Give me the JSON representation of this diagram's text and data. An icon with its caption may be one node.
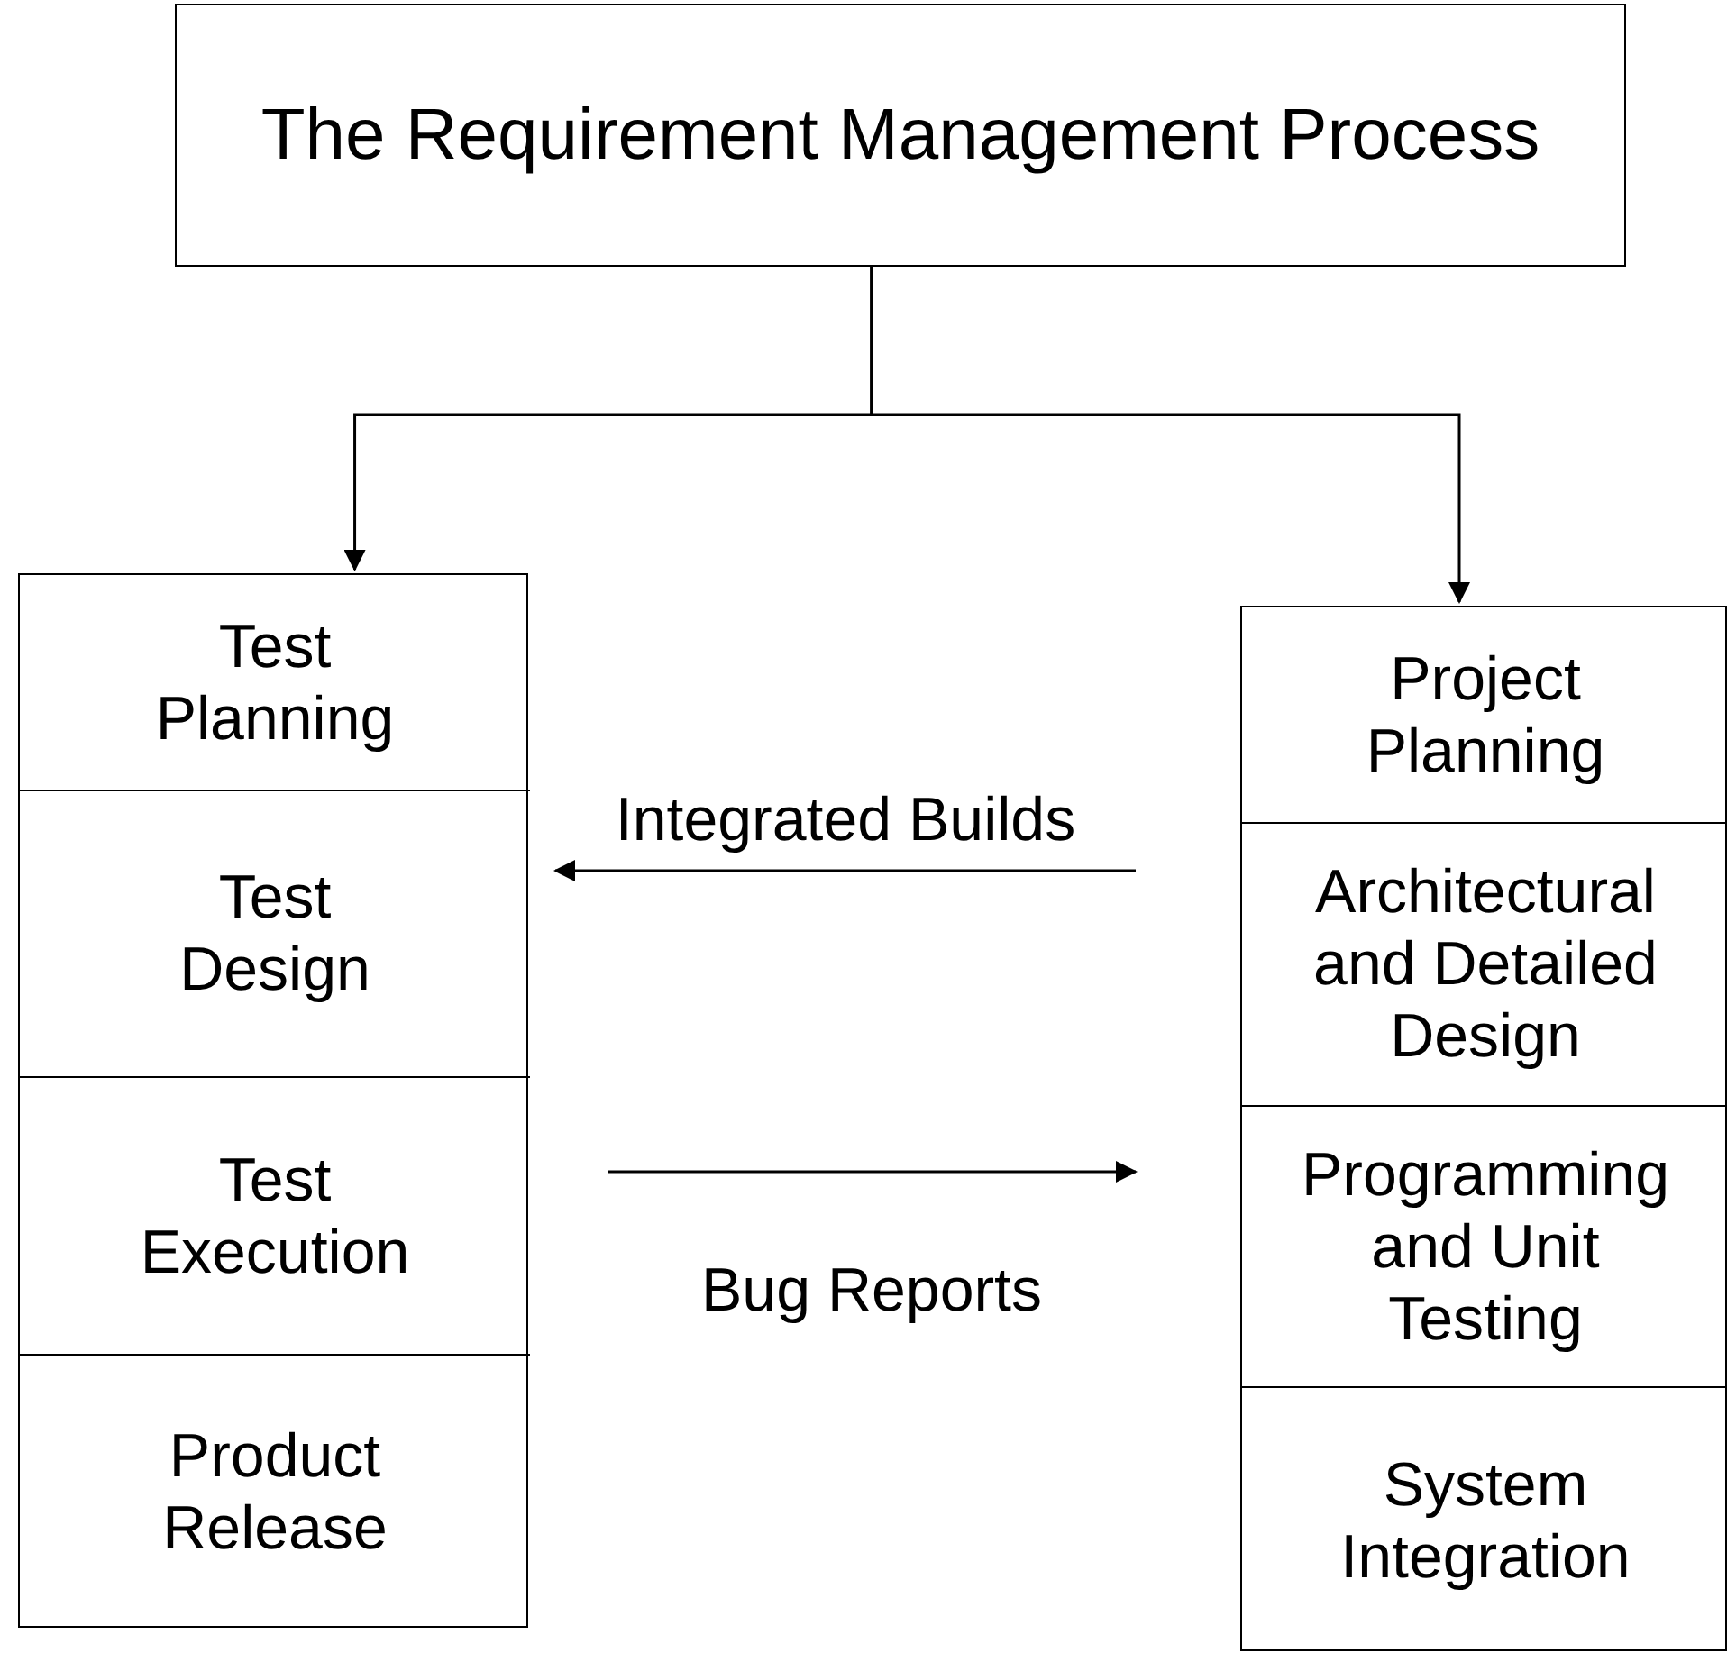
{
  "diagram": {
    "nodes": [
      {
        "text": [
          "The Requirement Management Process"
        ]
      },
      {
        "text": [],
        "shape": "box"
      },
      {
        "text": [
          "Test Planning"
        ],
        "in": 1
      },
      {
        "text": [
          "Test Design"
        ],
        "in": 1
      },
      {
        "text": [
          "Test Execution"
        ],
        "in": 1
      },
      {
        "text": [
          "Product Release"
        ],
        "in": 1
      },
      {
        "text": [],
        "shape": "box"
      },
      {
        "text": [
          "Project Planning"
        ],
        "in": 6
      },
      {
        "text": [
          "Architectural and Detailed Design"
        ],
        "in": 6
      },
      {
        "text": [
          "Programming and Unit Testing"
        ],
        "in": 6
      },
      {
        "text": [
          "System Integration"
        ],
        "in": 6
      }
    ],
    "edges": [
      {
        "from": 0,
        "to": 1,
        "arrow": "to"
      },
      {
        "from": 0,
        "to": 6,
        "arrow": "to"
      },
      {
        "from": 6,
        "to": 1,
        "arrow": "to",
        "label": "Integrated Builds"
      },
      {
        "from": 1,
        "to": 6,
        "arrow": "to",
        "label": "Bug Reports"
      }
    ]
  }
}
